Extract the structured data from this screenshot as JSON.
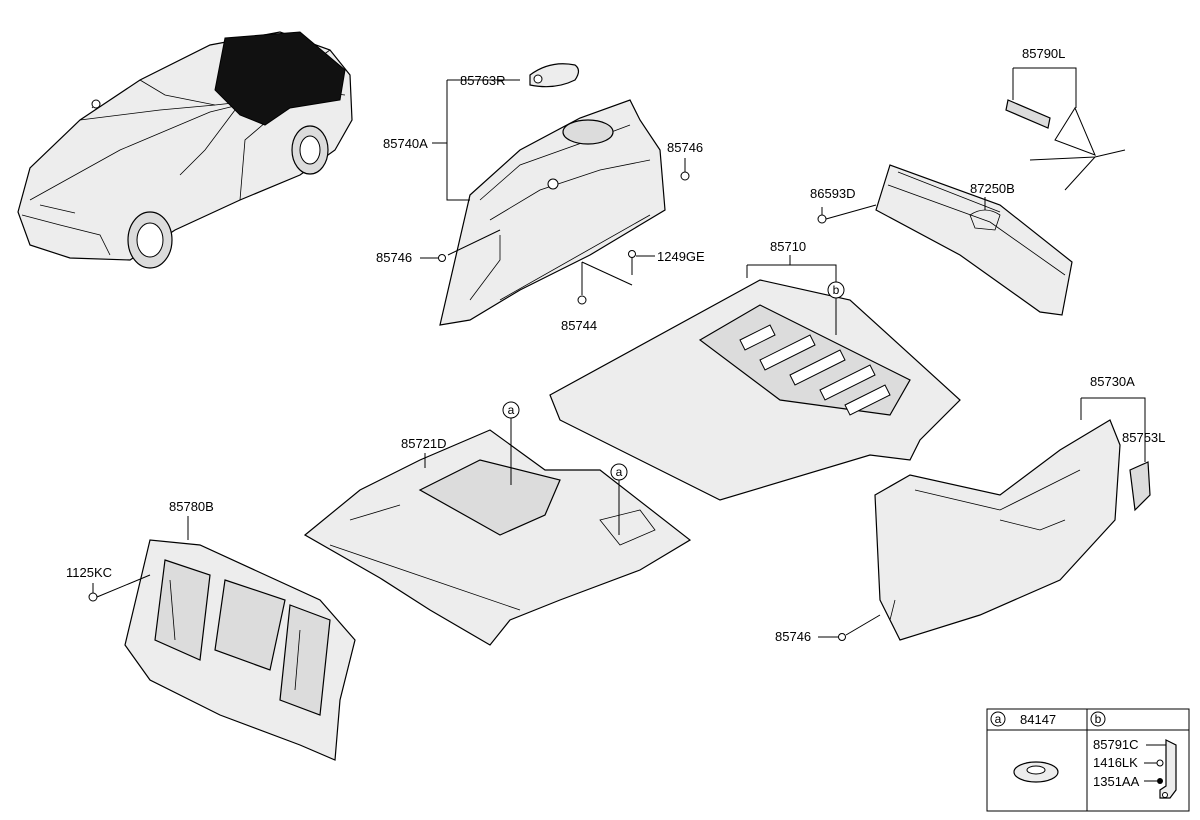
{
  "labels": {
    "p85763R": "85763R",
    "p85740A": "85740A",
    "p85746_a": "85746",
    "p85746_b": "85746",
    "p85746_c": "85746",
    "p1249GE": "1249GE",
    "p85744": "85744",
    "p85790L": "85790L",
    "p86593D": "86593D",
    "p87250B": "87250B",
    "p85710": "85710",
    "p85730A": "85730A",
    "p85753L": "85753L",
    "p85721D": "85721D",
    "p85780B": "85780B",
    "p1125KC": "1125KC"
  },
  "callouts": {
    "a": "a",
    "b": "b"
  },
  "legend": {
    "a_marker": "a",
    "a_part": "84147",
    "b_marker": "b",
    "b_parts": [
      "85791C",
      "1416LK",
      "1351AA"
    ]
  }
}
